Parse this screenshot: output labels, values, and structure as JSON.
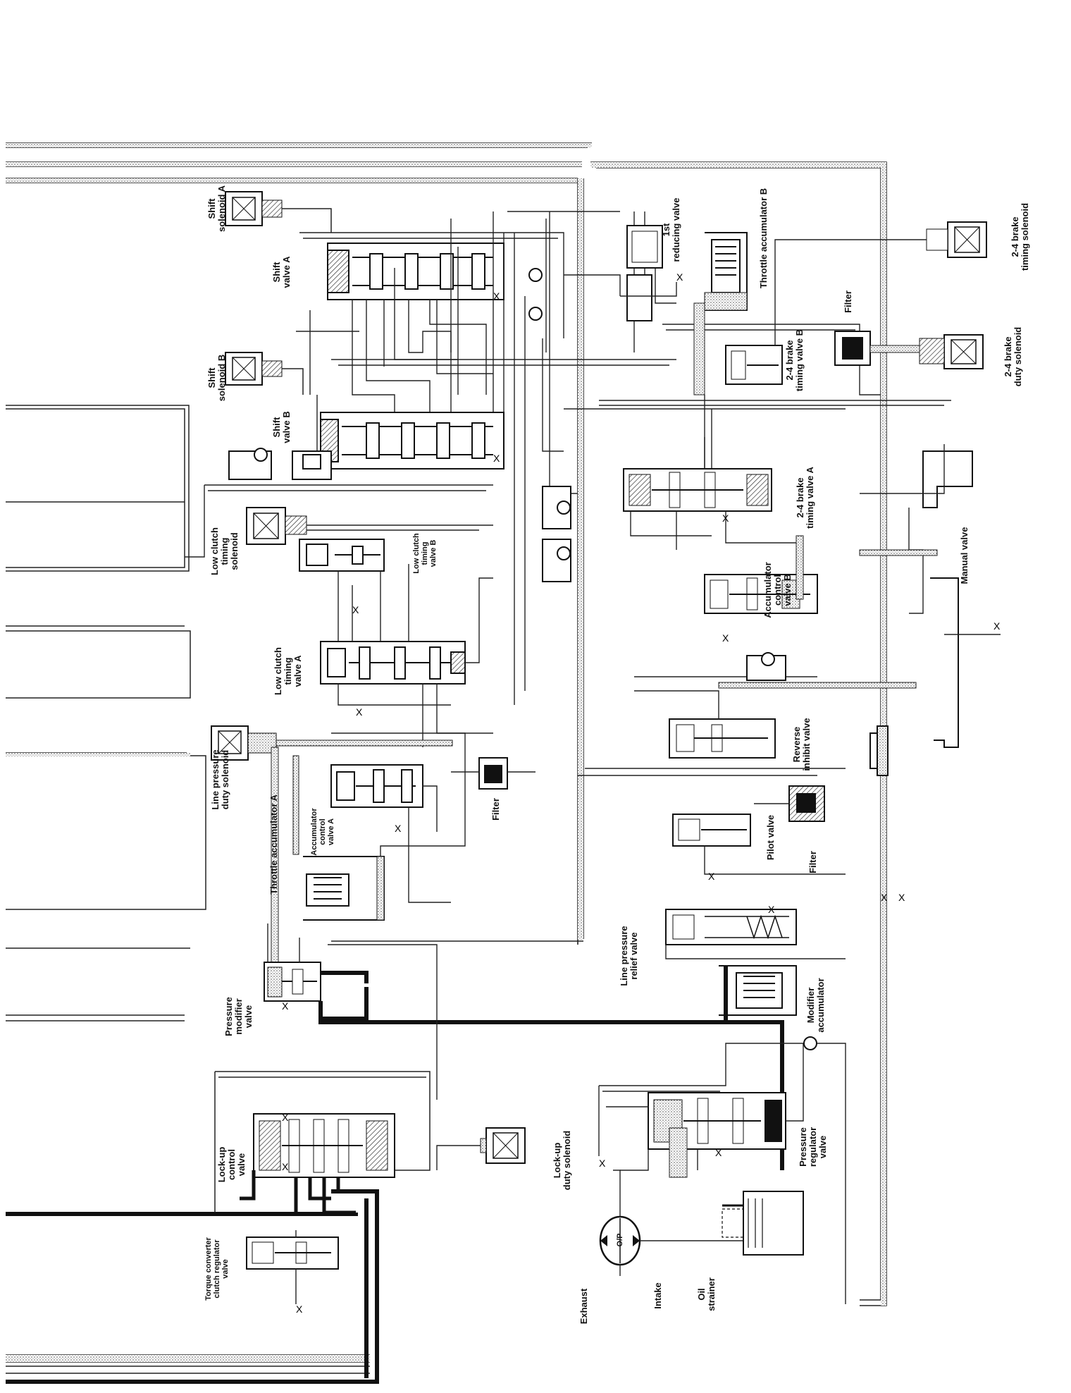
{
  "labels": {
    "shift_solenoid_a": "Shift\nsolenoid A",
    "shift_valve_a": "Shift\nvalve A",
    "shift_solenoid_b": "Shift\nsolenoid B",
    "shift_valve_b": "Shift\nvalve B",
    "low_clutch_timing_solenoid": "Low clutch\ntiming\nsolenoid",
    "low_clutch_timing_valve_b": "Low clutch\ntiming\nvalve B",
    "low_clutch_timing_valve_a": "Low clutch\ntiming\nvalve A",
    "line_pressure_duty_solenoid": "Line pressure\nduty solenoid",
    "accumulator_control_valve_a": "Accumulator\ncontrol\nvalve A",
    "throttle_accumulator_a": "Throttle accumulator A",
    "filter_1": "Filter",
    "pressure_modifier_valve": "Pressure\nmodifier\nvalve",
    "lock_up_control_valve": "Lock-up\ncontrol\nvalve",
    "lock_up_duty_solenoid": "Lock-up\nduty solenoid",
    "torque_converter_clutch_regulator_valve": "Torque converter\nclutch regulator\nvalve",
    "exhaust": "Exhaust",
    "intake": "Intake",
    "op": "O/P",
    "oil_strainer": "Oil\nstrainer",
    "first_reducing_valve": "1st\nreducing valve",
    "throttle_accumulator_b": "Throttle accumulator B",
    "brake_24_timing_valve_b": "2-4 brake\ntiming valve B",
    "filter_2": "Filter",
    "brake_24_duty_solenoid": "2-4 brake\nduty solenoid",
    "brake_24_timing_solenoid": "2-4 brake\ntiming solenoid",
    "brake_24_timing_valve_a": "2-4 brake\ntiming valve A",
    "accumulator_control_valve_b": "Accumulator\ncontrol\nvalve B",
    "manual_valve": "Manual valve",
    "reverse_inhibit_valve": "Reverse\ninhibit valve",
    "pilot_valve": "Pilot valve",
    "filter_3": "Filter",
    "line_pressure_relief_valve": "Line pressure\nrelief valve",
    "modifier_accumulator": "Modifier\naccumulator",
    "pressure_regulator_valve": "Pressure\nregulator\nvalve",
    "exhaust_mark": "X"
  }
}
